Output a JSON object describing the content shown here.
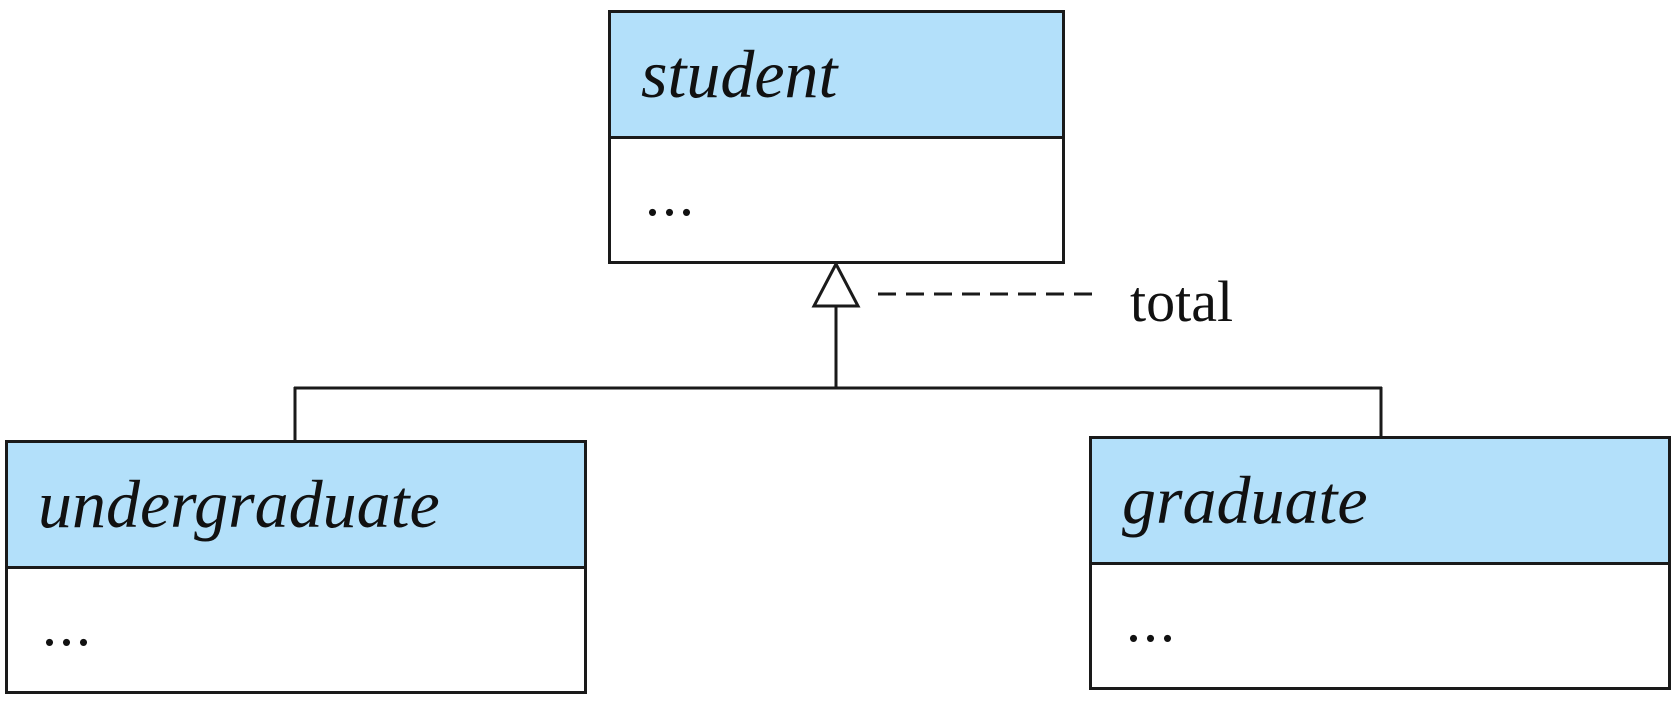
{
  "diagram": {
    "parent": {
      "name": "student",
      "attributes": "..."
    },
    "children": [
      {
        "name": "undergraduate",
        "attributes": "..."
      },
      {
        "name": "graduate",
        "attributes": "..."
      }
    ],
    "constraint_label": "total",
    "colors": {
      "header_fill": "#b3e0fa",
      "line": "#1a1a1a"
    }
  }
}
